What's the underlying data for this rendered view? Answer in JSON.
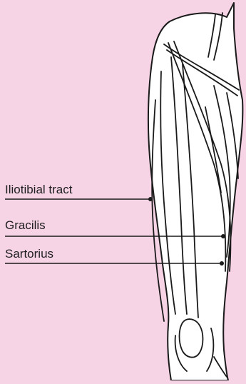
{
  "labels": {
    "iliotibial": "Iliotibial tract",
    "gracilis": "Gracilis",
    "sartorius": "Sartorius"
  },
  "colors": {
    "background": "#f6d3e5",
    "line": "#1a1a1a",
    "fill": "#ffffff"
  }
}
